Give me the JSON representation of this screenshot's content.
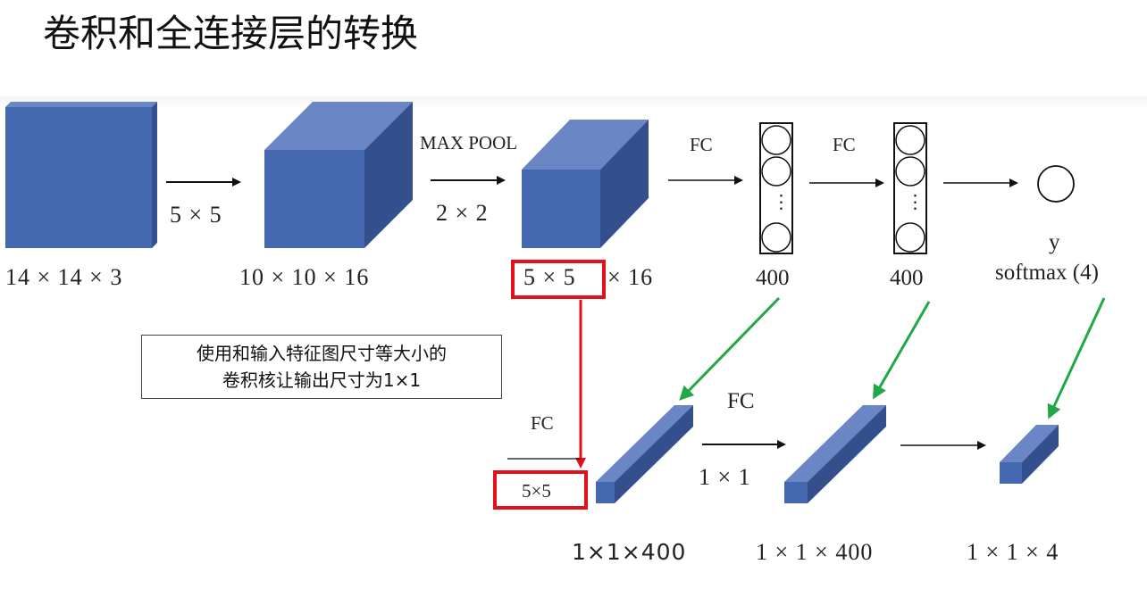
{
  "title": "卷积和全连接层的转换",
  "top_row": {
    "input_dim": "14 × 14 × 3",
    "conv_kernel": "5 × 5",
    "conv_out_dim": "10 × 10 × 16",
    "pool_label": "MAX POOL",
    "pool_kernel": "2 × 2",
    "pool_out_dim_highlight": "5 × 5",
    "pool_out_dim_rest": "× 16",
    "fc1_label": "FC",
    "fc1_size": "400",
    "fc1_dots": "⋮",
    "fc2_label": "FC",
    "fc2_size": "400",
    "fc2_dots": "⋮",
    "output_name": "y",
    "output_activation": "softmax (4)"
  },
  "note": {
    "line1": "使用和输入特征图尺寸等大小的",
    "line2": "卷积核让输出尺寸为1×1"
  },
  "bottom_row": {
    "fc_label_left": "FC",
    "kernel_highlight": "5×5",
    "fc_label_mid": "FC",
    "kernel_mid": "1 × 1",
    "dim1": "1×1×400",
    "dim2": "1 × 1 × 400",
    "dim3": "1 × 1 × 4"
  },
  "colors": {
    "box_front": "#4468b0",
    "box_top": "#6a86c4",
    "box_side": "#34508c",
    "highlight_red": "#e3101a",
    "arrow_green": "#1fa844"
  }
}
